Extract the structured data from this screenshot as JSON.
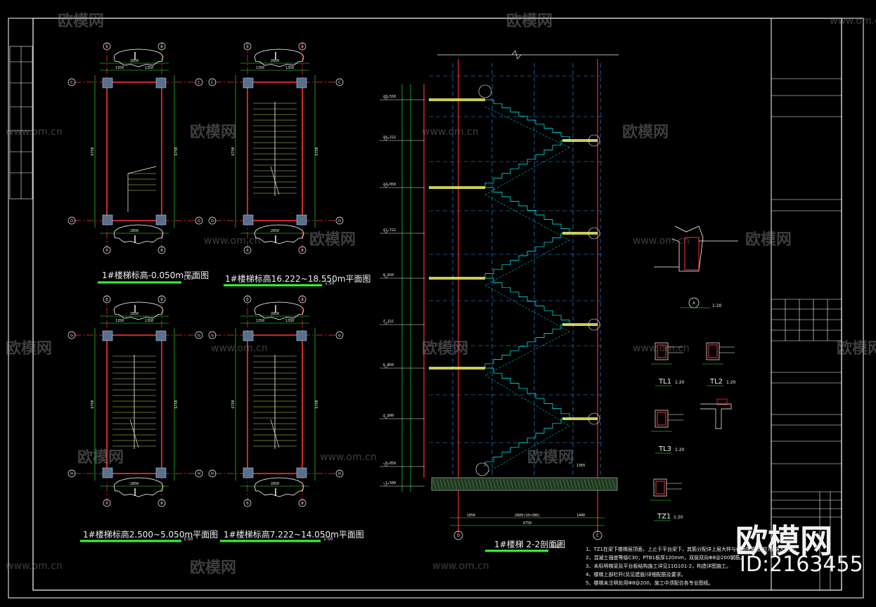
{
  "plans": [
    {
      "title": "1#楼梯标高-0.050m平面图",
      "scale": "1:50"
    },
    {
      "title": "1#楼梯标高16.222~18.550m平面图",
      "scale": "1:50"
    },
    {
      "title": "1#楼梯标高2.500~5.050m平面图",
      "scale": "1:50"
    },
    {
      "title": "1#楼梯标高7.222~14.050m平面图",
      "scale": "1:50"
    }
  ],
  "plan_dims": {
    "top_total": "2850",
    "top_left": "1350",
    "top_right": "1350",
    "side_total": "6750",
    "bottom_total": "2850"
  },
  "axis_labels": {
    "a": "①",
    "b": "③",
    "c": "C",
    "d": "D",
    "g": "G",
    "h": "H"
  },
  "section": {
    "title": "1#楼梯 2-2剖面图",
    "scale": "1:50",
    "levels": [
      "18.550",
      "16.222",
      "14.050",
      "11.722",
      "9.550",
      "7.222",
      "5.050",
      "2.500",
      "-0.050",
      "-1.500"
    ],
    "bottom_dims": [
      "1050",
      "2800(10×280)",
      "1400"
    ],
    "bottom_total": "6750",
    "side_dim": "1365",
    "axis_left": "D",
    "axis_right": "C"
  },
  "details": [
    {
      "label": "TL1",
      "scale": "1:20"
    },
    {
      "label": "TL2",
      "scale": "1:20"
    },
    {
      "label": "TL3",
      "scale": "1:20"
    },
    {
      "label": "TZ1",
      "scale": "1:20"
    },
    {
      "label": "A",
      "scale": "1:20"
    }
  ],
  "notes": [
    "1、TZ1在梁下楼梯层顶面，上止于平台梁下，其筋分配详上层大样与截面配筋图(柱)筋锚入梁内。",
    "2、混凝土强度等级C30；PTB1板厚120mm，双层双向Φ8@200钢筋。",
    "3、未标明梯梁及平台板结构施工详见11G101-2，构造详图施工。",
    "4、楼梯上部栏杆(另见建施)详细配筋及要求。",
    "5、楼梯未注明处用Φ8@200，施工中须配合各专业图纸。"
  ],
  "watermark": {
    "brand": "欧模网",
    "url": "www.om.cn"
  },
  "corner": {
    "logo": "欧模网",
    "id": "ID:2163455"
  },
  "colors": {
    "background": "#000000",
    "frame": "#ffffff",
    "axis": "#ff3333",
    "dimension": "#33ff33",
    "stair": "#00ffff",
    "gridline": "#3399ff",
    "text": "#f0f0f0",
    "cloud": "#ffffff",
    "hatch": "#ffff66"
  }
}
